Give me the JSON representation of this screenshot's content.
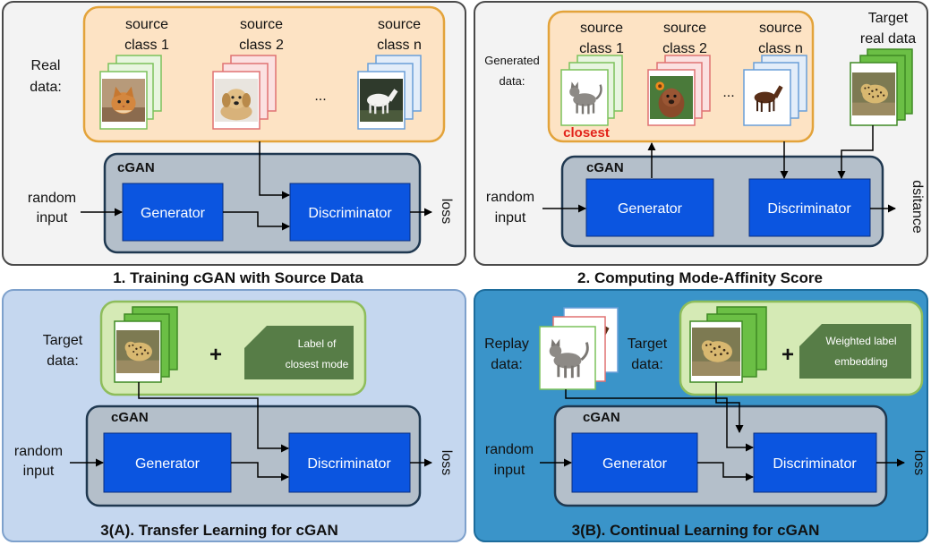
{
  "panel1": {
    "title": "1. Training cGAN with Source Data",
    "data_label_1": "Real",
    "data_label_2": "data:",
    "source1_l1": "source",
    "source1_l2": "class 1",
    "source2_l1": "source",
    "source2_l2": "class 2",
    "sourcen_l1": "source",
    "sourcen_l2": "class n",
    "ellipsis": "...",
    "cgan": "cGAN",
    "generator": "Generator",
    "discriminator": "Discriminator",
    "input_l1": "random",
    "input_l2": "input",
    "output": "loss"
  },
  "panel2": {
    "title": "2. Computing Mode-Affinity Score",
    "data_label_1": "Generated",
    "data_label_2": "data:",
    "source1_l1": "source",
    "source1_l2": "class 1",
    "source2_l1": "source",
    "source2_l2": "class 2",
    "sourcen_l1": "source",
    "sourcen_l2": "class n",
    "ellipsis": "...",
    "closest": "closest",
    "target_l1": "Target",
    "target_l2": "real data",
    "cgan": "cGAN",
    "generator": "Generator",
    "discriminator": "Discriminator",
    "input_l1": "random",
    "input_l2": "input",
    "output": "dsitance"
  },
  "panel3a": {
    "title": "3(A). Transfer Learning for cGAN",
    "target_l1": "Target",
    "target_l2": "data:",
    "plus": "+",
    "label_l1": "Label of",
    "label_l2": "closest mode",
    "cgan": "cGAN",
    "generator": "Generator",
    "discriminator": "Discriminator",
    "input_l1": "random",
    "input_l2": "input",
    "output": "loss"
  },
  "panel3b": {
    "title": "3(B). Continual Learning for cGAN",
    "replay_l1": "Replay",
    "replay_l2": "data:",
    "target_l1": "Target",
    "target_l2": "data:",
    "plus": "+",
    "label_l1": "Weighted label",
    "label_l2": "embedding",
    "cgan": "cGAN",
    "generator": "Generator",
    "discriminator": "Discriminator",
    "input_l1": "random",
    "input_l2": "input",
    "output": "loss"
  },
  "colors": {
    "blue_block": "#0b55e0",
    "cgan_fill": "#b4bfca",
    "cgan_stroke": "#1f3850",
    "orange_fill": "#fde3c4",
    "orange_stroke": "#e3a33a",
    "green_fill": "#d5eab5",
    "green_stroke": "#8ebd5b",
    "panel_blue_fill": "#c5d7ef",
    "panel_blue_stroke": "#7ea1cc",
    "panel_teal_fill": "#3a94c9",
    "panel_teal_stroke": "#1d6c9c",
    "label_shape_fill": "#577d47",
    "closest_red": "#e2231a"
  },
  "icons": [
    "cat-photo",
    "dog-photo",
    "horse-photo",
    "leopard-photo",
    "flower-dog-photo"
  ]
}
